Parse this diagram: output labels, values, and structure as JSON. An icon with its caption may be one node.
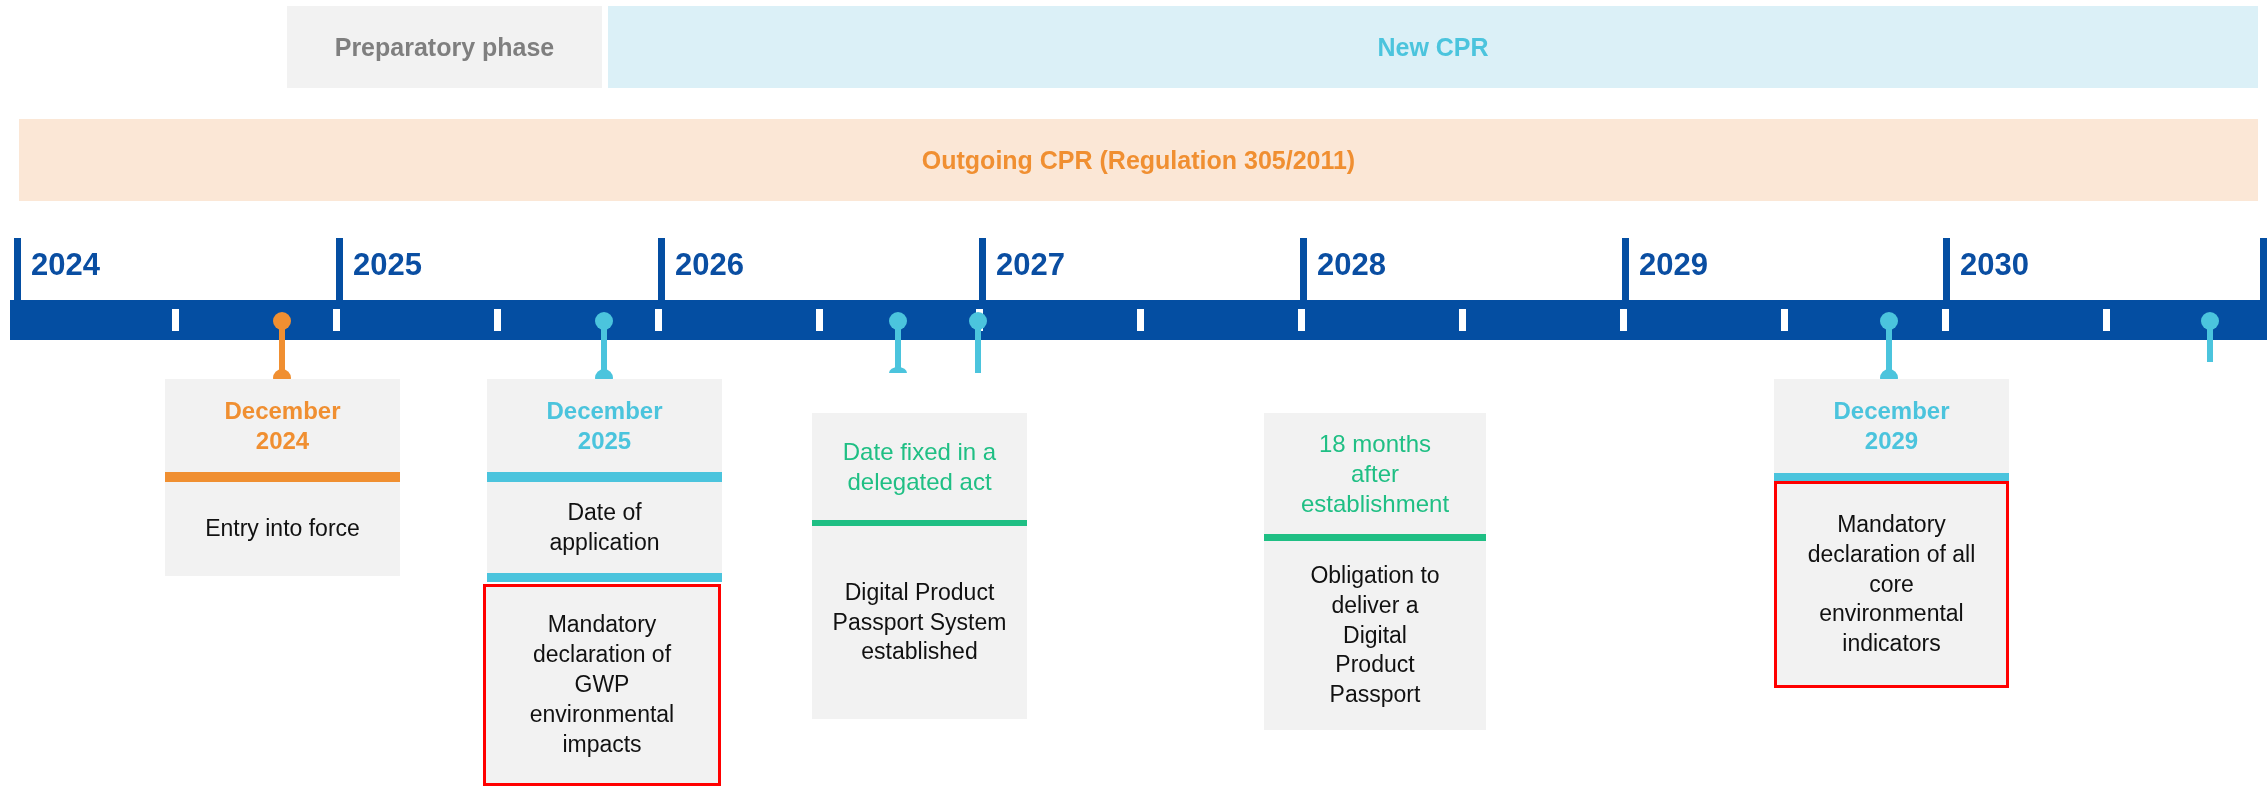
{
  "diagram": {
    "nodes": [
      {
        "text": [
          "Preparatory phase"
        ]
      },
      {
        "text": [
          "New CPR"
        ]
      },
      {
        "text": [
          "Outgoing CPR (Regulation 305/2011)"
        ]
      },
      {
        "text": [
          "December 2024",
          "Entry into force"
        ]
      },
      {
        "text": [
          "December 2025",
          "Date of application"
        ]
      },
      {
        "text": [
          "Mandatory declaration of GWP environmental impacts"
        ]
      },
      {
        "text": [
          "Date fixed in a delegated act",
          "Digital Product Passport System established"
        ]
      },
      {
        "text": [
          "18 months after establishment",
          "Obligation to deliver a Digital Product Passport"
        ]
      },
      {
        "text": [
          "December 2029"
        ]
      },
      {
        "text": [
          "Mandatory declaration of all core environmental indicators"
        ]
      }
    ],
    "labels": [
      "2024",
      "2025",
      "2026",
      "2027",
      "2028",
      "2029",
      "2030"
    ]
  }
}
